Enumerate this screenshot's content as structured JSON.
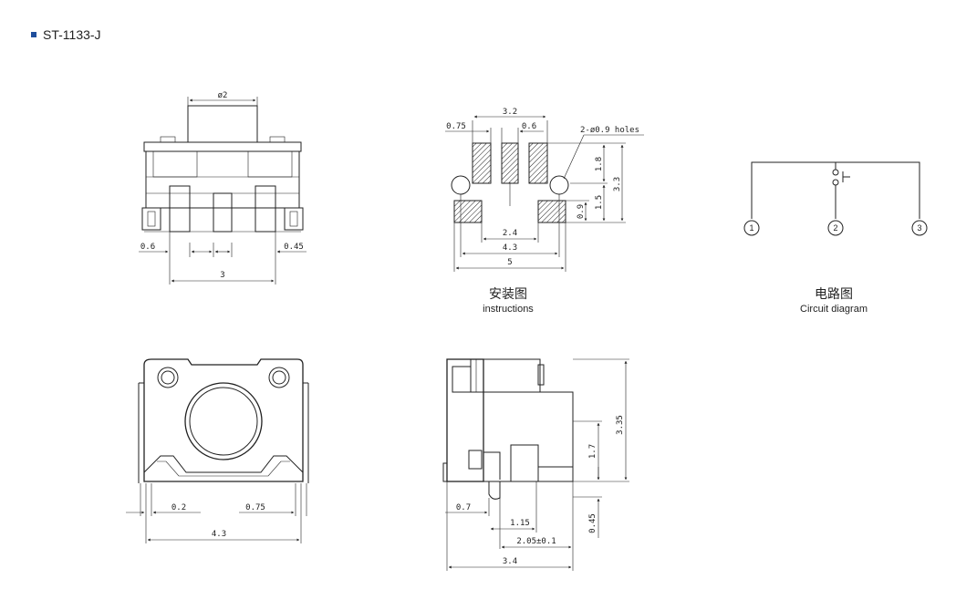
{
  "header": {
    "model": "ST-1133-J"
  },
  "front_view": {
    "dim_top": "ø2",
    "dim_left": "0.6",
    "dim_right": "0.45",
    "dim_pitch": "3"
  },
  "install_view": {
    "dim_pad_width": "0.75",
    "dim_span": "3.2",
    "dim_gap": "0.6",
    "holes_note": "2-ø0.9 holes",
    "dim_h1": "1.8",
    "dim_h2": "1.5",
    "dim_h_total": "3.3",
    "dim_pad_h": "0.9",
    "dim_inner": "2.4",
    "dim_mid": "4.3",
    "dim_overall": "5",
    "caption_cn": "安装图",
    "caption_en": "instructions"
  },
  "circuit": {
    "pins": [
      "1",
      "2",
      "3"
    ],
    "caption_cn": "电路图",
    "caption_en": "Circuit diagram"
  },
  "top_view": {
    "dim_left": "0.2",
    "dim_right": "0.75",
    "dim_width": "4.3"
  },
  "side_view": {
    "dim_height": "3.35",
    "dim_stem": "1.7",
    "dim_foot": "0.45",
    "dim_a": "0.7",
    "dim_b": "1.15",
    "dim_c": "2.05±0.1",
    "dim_total": "3.4"
  }
}
